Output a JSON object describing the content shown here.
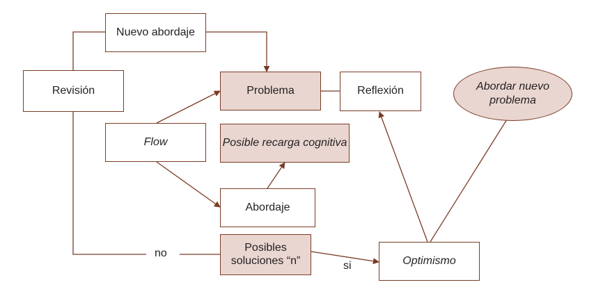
{
  "colors": {
    "line": "#7a3b26",
    "shaded_fill": "#e9d6d0",
    "text": "#231f20"
  },
  "nodes": {
    "nuevo_abordaje": "Nuevo abordaje",
    "revision": "Revisión",
    "problema": "Problema",
    "reflexion": "Reflexión",
    "abordar_nuevo_problema": [
      "Abordar nuevo",
      "problema"
    ],
    "flow": "Flow",
    "posible_recarga": "Posible recarga cognitiva",
    "abordaje": "Abordaje",
    "posibles_soluciones": [
      "Posibles",
      "soluciones “n”"
    ],
    "optimismo": "Optimismo"
  },
  "edge_labels": {
    "no": "no",
    "si": "si"
  }
}
